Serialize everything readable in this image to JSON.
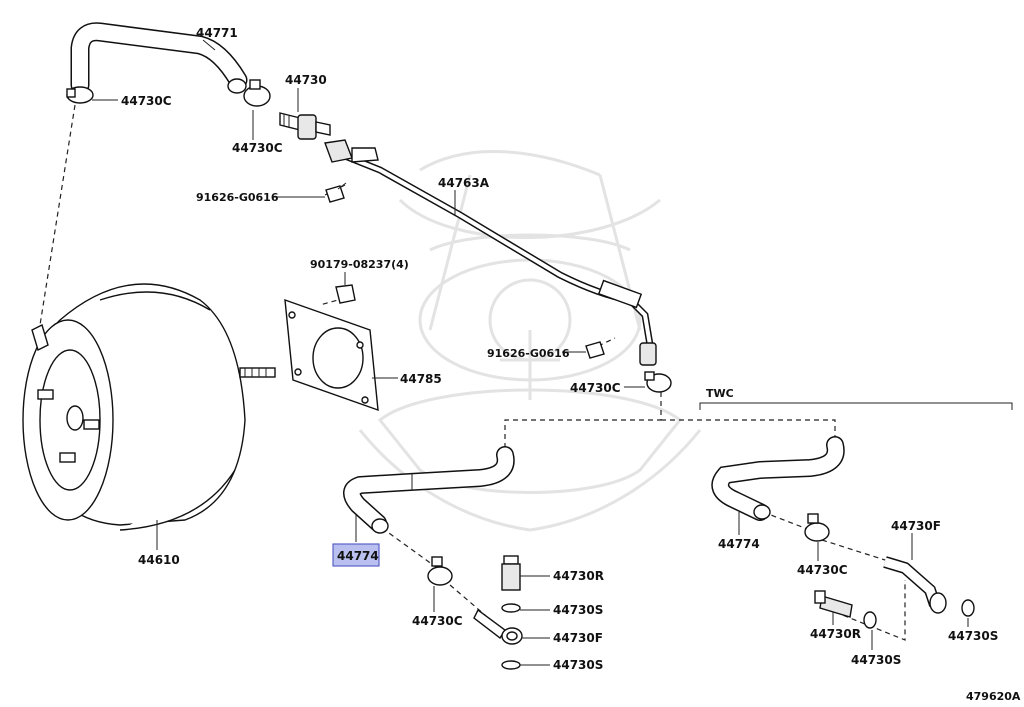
{
  "diagram": {
    "parts": {
      "p44771": "44771",
      "p44730C_top_left": "44730C",
      "p44730_top": "44730",
      "p44730C_top_mid": "44730C",
      "p91626_top": "91626-G0616",
      "p44763A": "44763A",
      "p90179": "90179-08237(4)",
      "p44785": "44785",
      "p91626_mid": "91626-G0616",
      "p44730C_mid": "44730C",
      "p44610": "44610",
      "p44774_highlight": "44774",
      "p44730R_mid": "44730R",
      "p44730S_mid1": "44730S",
      "p44730C_low": "44730C",
      "p44730F_mid": "44730F",
      "p44730S_mid2": "44730S",
      "twc_label": "TWC",
      "p44774_twc": "44774",
      "p44730C_twc": "44730C",
      "p44730F_twc": "44730F",
      "p44730R_twc": "44730R",
      "p44730S_twc1": "44730S",
      "p44730S_twc2": "44730S"
    },
    "figure_id": "479620A",
    "highlight_color": "#b9bfee",
    "highlight_border": "#5a62c8",
    "watermark_logo": "samurai-helmet-crest"
  }
}
